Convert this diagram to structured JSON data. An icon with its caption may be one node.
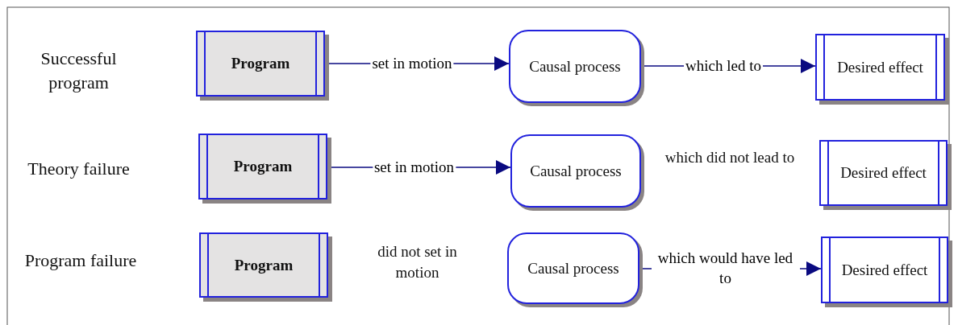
{
  "diagram": {
    "nodes": [
      {
        "text": [
          "Program"
        ]
      },
      {
        "text": [
          "Causal process"
        ]
      },
      {
        "text": [
          "Desired effect"
        ]
      },
      {
        "text": [
          "Program"
        ]
      },
      {
        "text": [
          "Causal process"
        ]
      },
      {
        "text": [
          "Desired effect"
        ]
      },
      {
        "text": [
          "Program"
        ]
      },
      {
        "text": [
          "Causal process"
        ]
      },
      {
        "text": [
          "Desired effect"
        ]
      }
    ],
    "edges": [
      {
        "from": 0,
        "to": 1,
        "arrow": "to",
        "label": "set in motion"
      },
      {
        "from": 1,
        "to": 2,
        "arrow": "to",
        "label": "which led to"
      },
      {
        "from": 3,
        "to": 4,
        "arrow": "to",
        "label": "set in motion"
      },
      {
        "from": 7,
        "to": 8,
        "arrow": "to",
        "label": "which would have led to"
      }
    ],
    "labels": [
      "Successful program",
      "Theory failure",
      "which did not lead to",
      "Program failure",
      "did not set in motion"
    ]
  }
}
